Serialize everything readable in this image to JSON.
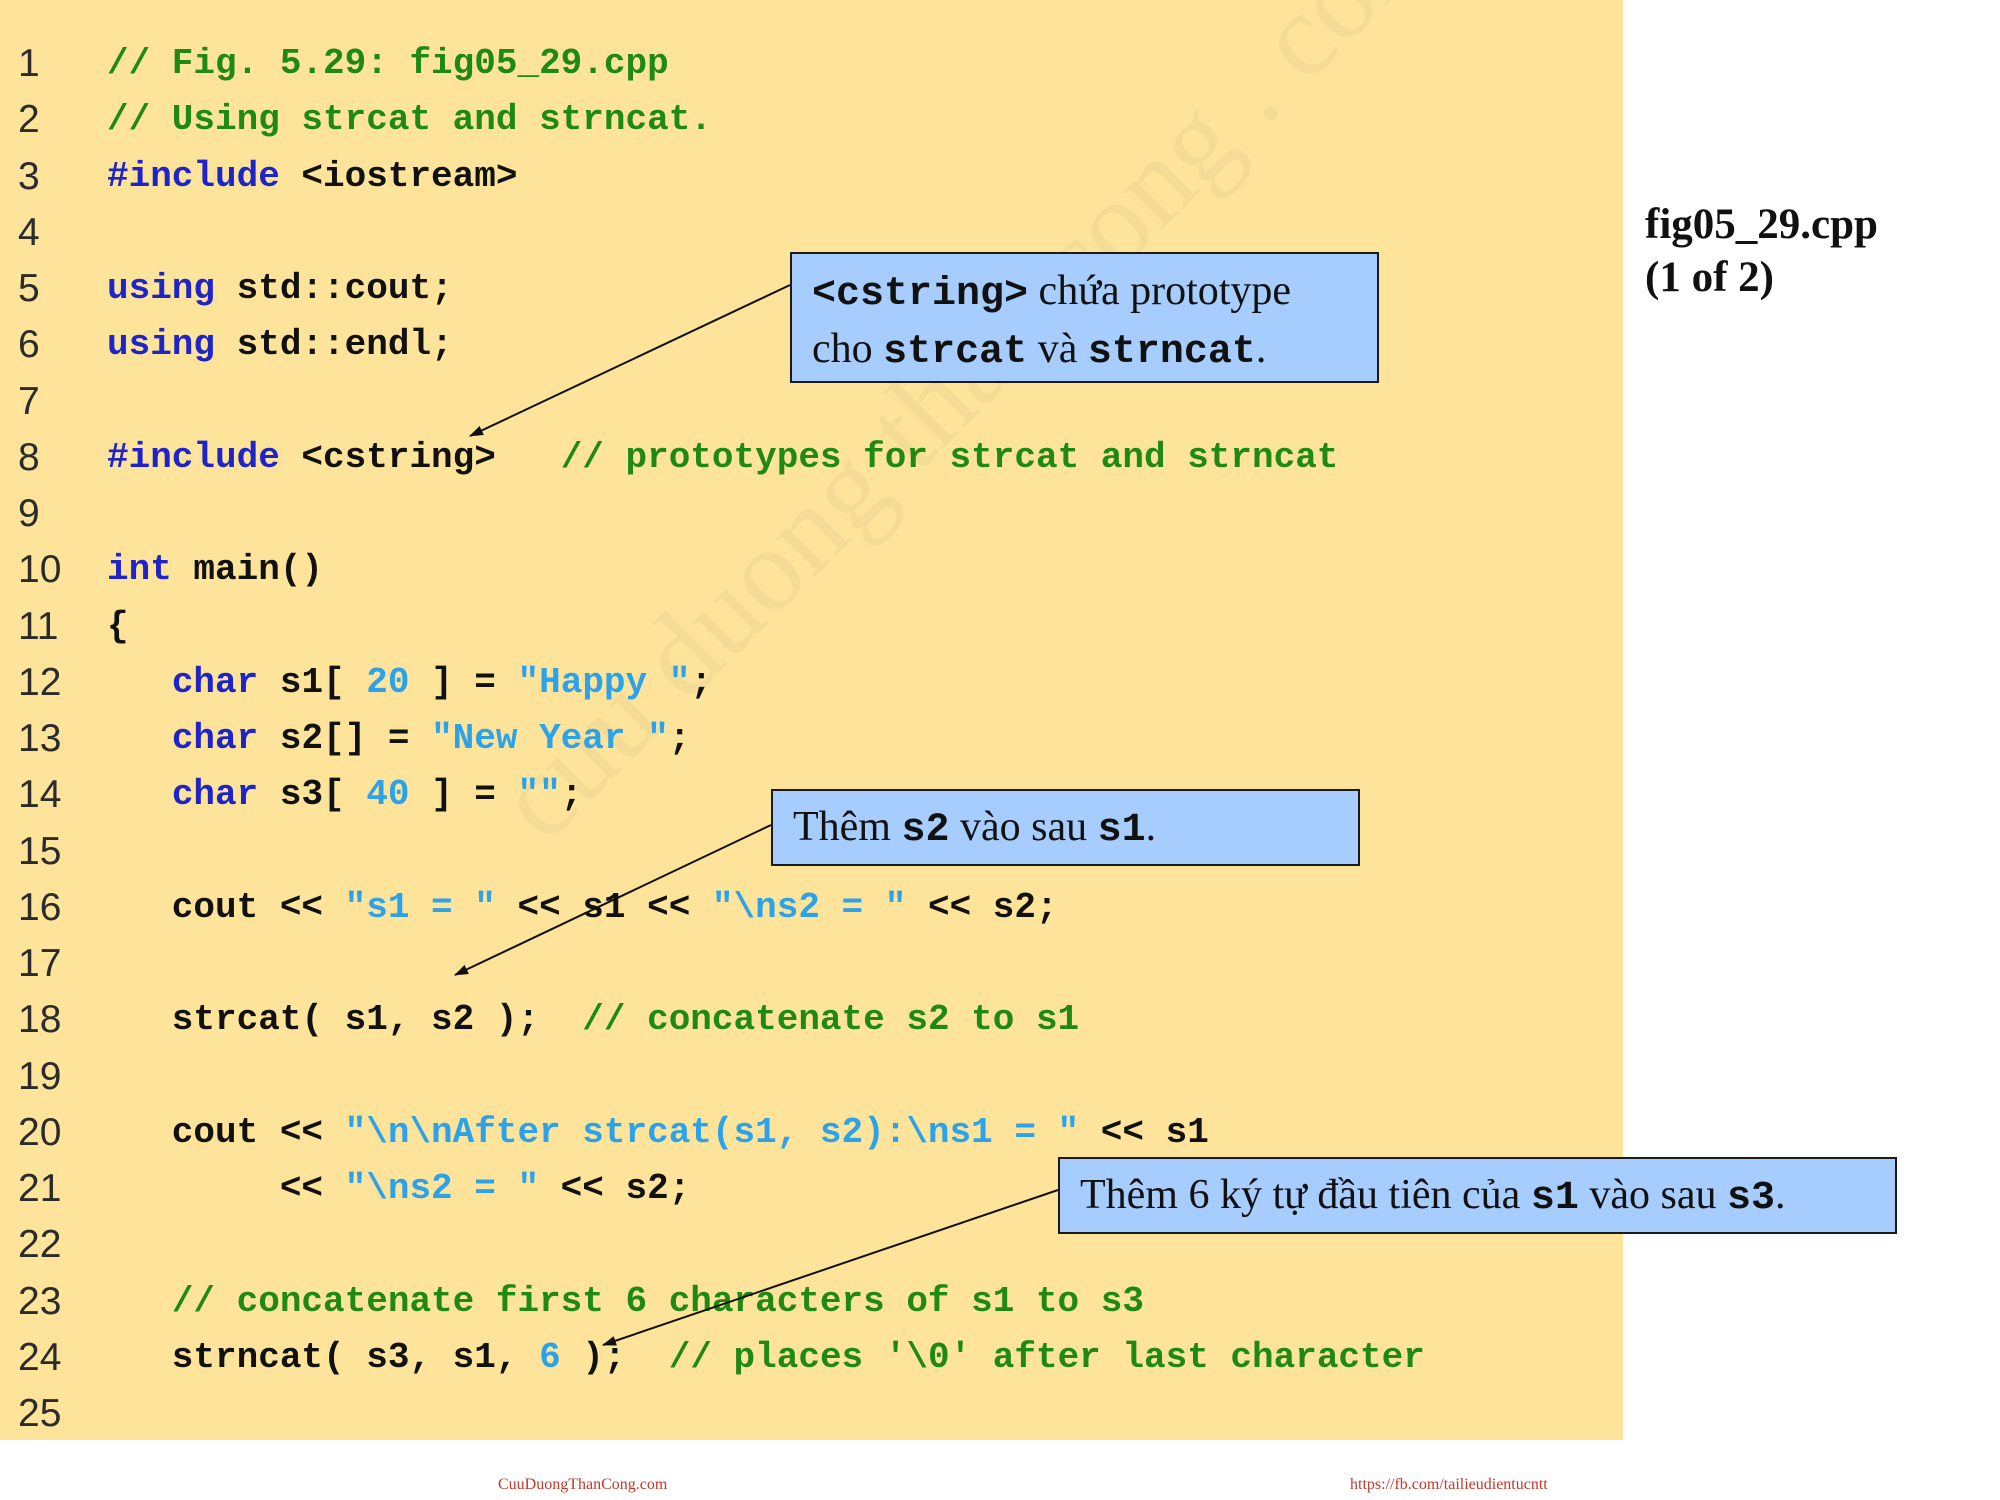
{
  "code_lines": [
    {
      "n": "1",
      "segs": [
        {
          "t": "// Fig. 5.29: fig05_29.cpp",
          "c": "cm"
        }
      ]
    },
    {
      "n": "2",
      "segs": [
        {
          "t": "// Using strcat and strncat.",
          "c": "cm"
        }
      ]
    },
    {
      "n": "3",
      "segs": [
        {
          "t": "#include",
          "c": "kw"
        },
        {
          "t": " <iostream>",
          "c": "pl"
        }
      ]
    },
    {
      "n": "4",
      "segs": []
    },
    {
      "n": "5",
      "segs": [
        {
          "t": "using",
          "c": "kw"
        },
        {
          "t": " std::cout;",
          "c": "pl"
        }
      ]
    },
    {
      "n": "6",
      "segs": [
        {
          "t": "using",
          "c": "kw"
        },
        {
          "t": " std::endl;",
          "c": "pl"
        }
      ]
    },
    {
      "n": "7",
      "segs": []
    },
    {
      "n": "8",
      "segs": [
        {
          "t": "#include",
          "c": "kw"
        },
        {
          "t": " <cstring>   ",
          "c": "pl"
        },
        {
          "t": "// prototypes for strcat and strncat",
          "c": "cm"
        }
      ]
    },
    {
      "n": "9",
      "segs": []
    },
    {
      "n": "10",
      "segs": [
        {
          "t": "int",
          "c": "kw"
        },
        {
          "t": " main()",
          "c": "pl"
        }
      ]
    },
    {
      "n": "11",
      "segs": [
        {
          "t": "{",
          "c": "pl"
        }
      ]
    },
    {
      "n": "12",
      "segs": [
        {
          "t": "   ",
          "c": "pl"
        },
        {
          "t": "char",
          "c": "kw"
        },
        {
          "t": " s1[ ",
          "c": "pl"
        },
        {
          "t": "20",
          "c": "num"
        },
        {
          "t": " ] = ",
          "c": "pl"
        },
        {
          "t": "\"Happy \"",
          "c": "str"
        },
        {
          "t": ";",
          "c": "pl"
        }
      ]
    },
    {
      "n": "13",
      "segs": [
        {
          "t": "   ",
          "c": "pl"
        },
        {
          "t": "char",
          "c": "kw"
        },
        {
          "t": " s2[] = ",
          "c": "pl"
        },
        {
          "t": "\"New Year \"",
          "c": "str"
        },
        {
          "t": ";",
          "c": "pl"
        }
      ]
    },
    {
      "n": "14",
      "segs": [
        {
          "t": "   ",
          "c": "pl"
        },
        {
          "t": "char",
          "c": "kw"
        },
        {
          "t": " s3[ ",
          "c": "pl"
        },
        {
          "t": "40",
          "c": "num"
        },
        {
          "t": " ] = ",
          "c": "pl"
        },
        {
          "t": "\"\"",
          "c": "str"
        },
        {
          "t": ";",
          "c": "pl"
        }
      ]
    },
    {
      "n": "15",
      "segs": []
    },
    {
      "n": "16",
      "segs": [
        {
          "t": "   cout << ",
          "c": "pl"
        },
        {
          "t": "\"s1 = \"",
          "c": "str"
        },
        {
          "t": " << s1 << ",
          "c": "pl"
        },
        {
          "t": "\"\\ns2 = \"",
          "c": "str"
        },
        {
          "t": " << s2;",
          "c": "pl"
        }
      ]
    },
    {
      "n": "17",
      "segs": []
    },
    {
      "n": "18",
      "segs": [
        {
          "t": "   strcat( s1, s2 );  ",
          "c": "pl"
        },
        {
          "t": "// concatenate s2 to s1",
          "c": "cm"
        }
      ]
    },
    {
      "n": "19",
      "segs": []
    },
    {
      "n": "20",
      "segs": [
        {
          "t": "   cout << ",
          "c": "pl"
        },
        {
          "t": "\"\\n\\nAfter strcat(s1, s2):\\ns1 = \"",
          "c": "str"
        },
        {
          "t": " << s1",
          "c": "pl"
        }
      ]
    },
    {
      "n": "21",
      "segs": [
        {
          "t": "        << ",
          "c": "pl"
        },
        {
          "t": "\"\\ns2 = \"",
          "c": "str"
        },
        {
          "t": " << s2;",
          "c": "pl"
        }
      ]
    },
    {
      "n": "22",
      "segs": []
    },
    {
      "n": "23",
      "segs": [
        {
          "t": "   ",
          "c": "pl"
        },
        {
          "t": "// concatenate first 6 characters of s1 to s3",
          "c": "cm"
        }
      ]
    },
    {
      "n": "24",
      "segs": [
        {
          "t": "   strncat( s3, s1, ",
          "c": "pl"
        },
        {
          "t": "6",
          "c": "num"
        },
        {
          "t": " );  ",
          "c": "pl"
        },
        {
          "t": "// places '\\0' after last character",
          "c": "cm"
        }
      ]
    },
    {
      "n": "25",
      "segs": []
    }
  ],
  "callouts": {
    "cstring": {
      "l1_code": "<cstring>",
      "l1_text": " chứa prototype",
      "l2_text": "cho ",
      "l2_code1": "strcat",
      "l2_mid": " và ",
      "l2_code2": "strncat",
      "l2_end": "."
    },
    "strcat": {
      "text1": "Thêm ",
      "code1": "s2",
      "text2": " vào sau ",
      "code2": "s1",
      "text3": "."
    },
    "strncat": {
      "text1": "Thêm 6 ký tự đầu tiên của ",
      "code1": "s1",
      "text2": " vào sau ",
      "code2": "s3",
      "text3": "."
    }
  },
  "slide": {
    "title_line1": "fig05_29.cpp",
    "title_line2": "(1 of 2)"
  },
  "footer": {
    "left": "CuuDuongThanCong.com",
    "right": "https://fb.com/tailieudientucntt"
  },
  "watermark": "cuu duong than cong . com",
  "colors": {
    "panel": "#fde49a",
    "keyword": "#1e24c8",
    "comment": "#1e8a13",
    "string_literal": "#2ba2ea",
    "callout": "#a7cdfe",
    "footer_link": "#c0392b"
  }
}
